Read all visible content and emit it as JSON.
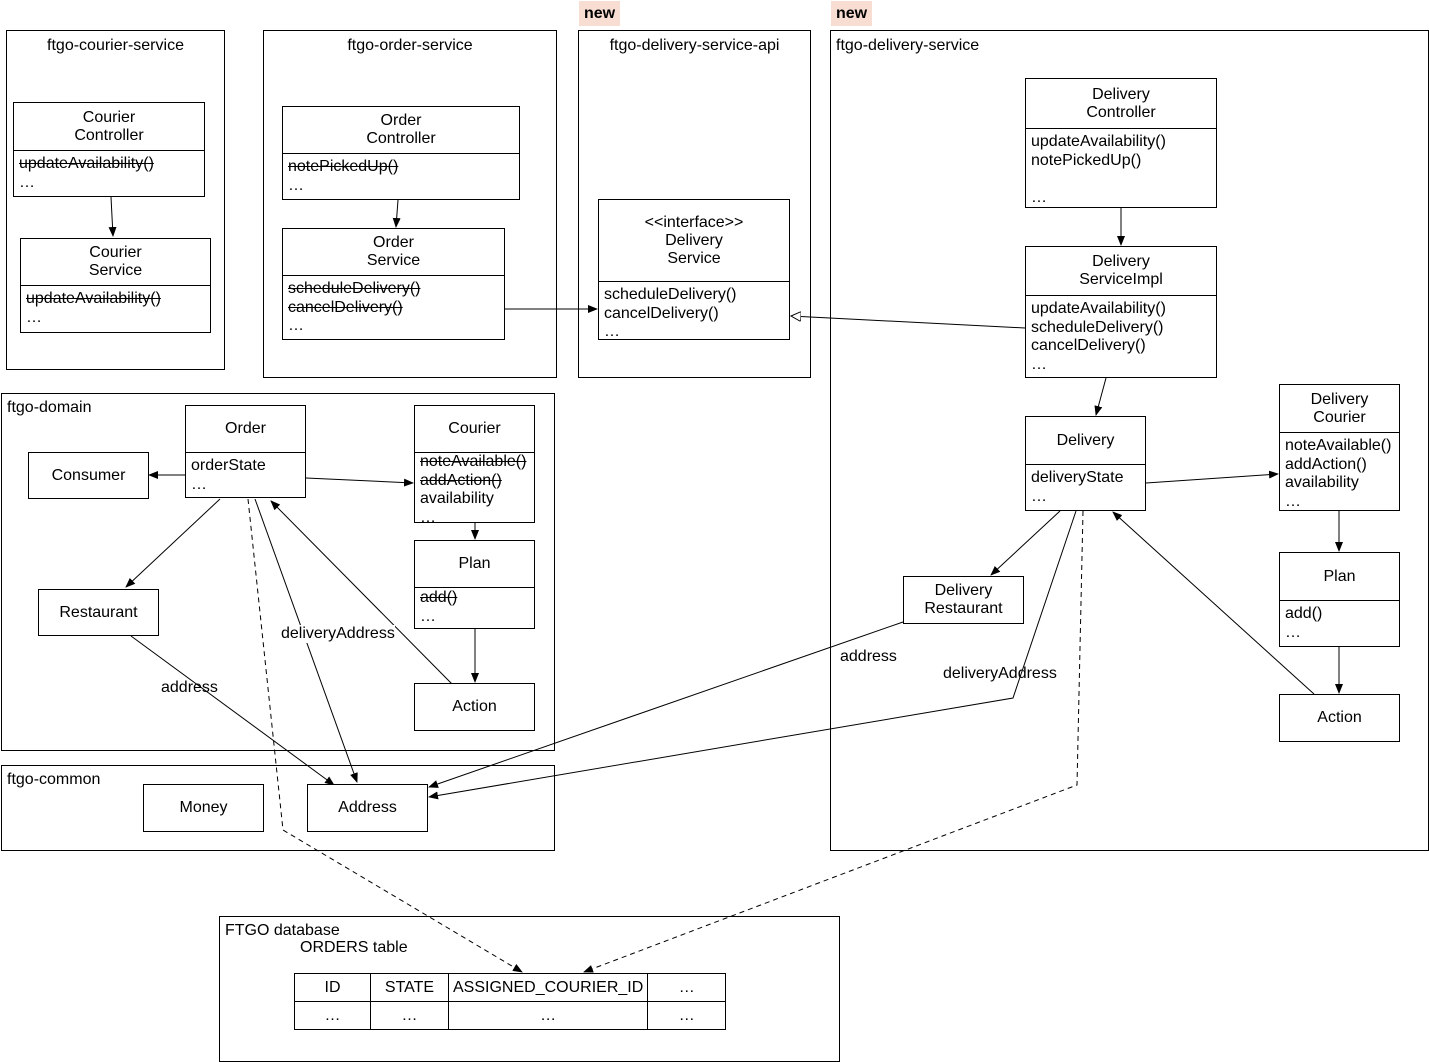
{
  "tags": {
    "new_api": "new",
    "new_service": "new"
  },
  "packages": {
    "courier_service": "ftgo-courier-service",
    "order_service": "ftgo-order-service",
    "delivery_api": "ftgo-delivery-service-api",
    "delivery_service": "ftgo-delivery-service",
    "domain": "ftgo-domain",
    "common": "ftgo-common",
    "database": "FTGO database"
  },
  "classes": {
    "courier_controller": {
      "name": [
        "Courier",
        "Controller"
      ],
      "members": [
        "updateAvailability()",
        "…"
      ]
    },
    "courier_service": {
      "name": [
        "Courier",
        "Service"
      ],
      "members": [
        "updateAvailability()",
        "…"
      ]
    },
    "order_controller": {
      "name": [
        "Order",
        "Controller"
      ],
      "members": [
        "notePickedUp()",
        "…"
      ]
    },
    "order_service": {
      "name": [
        "Order",
        "Service"
      ],
      "members": [
        "scheduleDelivery()",
        "cancelDelivery()",
        "…"
      ]
    },
    "delivery_service_iface": {
      "name": [
        "<<interface>>",
        "Delivery",
        "Service"
      ],
      "members": [
        "scheduleDelivery()",
        "cancelDelivery()",
        "…"
      ]
    },
    "delivery_controller": {
      "name": [
        "Delivery",
        "Controller"
      ],
      "members": [
        "updateAvailability()",
        "notePickedUp()",
        "",
        "…"
      ]
    },
    "delivery_service_impl": {
      "name": [
        "Delivery",
        "ServiceImpl"
      ],
      "members": [
        "updateAvailability()",
        "scheduleDelivery()",
        "cancelDelivery()",
        "…"
      ]
    },
    "delivery": {
      "name": [
        "Delivery"
      ],
      "members": [
        "deliveryState",
        "…"
      ]
    },
    "delivery_courier": {
      "name": [
        "Delivery",
        "Courier"
      ],
      "members": [
        "noteAvailable()",
        "addAction()",
        "availability",
        "…"
      ]
    },
    "delivery_plan": {
      "name": [
        "Plan"
      ],
      "members": [
        "add()",
        "…"
      ]
    },
    "delivery_action": {
      "name": [
        "Action"
      ]
    },
    "delivery_restaurant": {
      "name": [
        "Delivery",
        "Restaurant"
      ]
    },
    "order": {
      "name": [
        "Order"
      ],
      "members": [
        "orderState",
        "…"
      ]
    },
    "consumer": {
      "name": [
        "Consumer"
      ]
    },
    "restaurant": {
      "name": [
        "Restaurant"
      ]
    },
    "courier": {
      "name": [
        "Courier"
      ],
      "members": [
        "noteAvailable()",
        "addAction()",
        "availability",
        "…"
      ]
    },
    "plan": {
      "name": [
        "Plan"
      ],
      "members": [
        "add()",
        "…"
      ]
    },
    "action": {
      "name": [
        "Action"
      ]
    },
    "money": {
      "name": [
        "Money"
      ]
    },
    "address": {
      "name": [
        "Address"
      ]
    }
  },
  "edge_labels": {
    "domain_address": "address",
    "domain_delivery_address": "deliveryAddress",
    "delivery_address": "address",
    "delivery_delivery_address": "deliveryAddress"
  },
  "orders_table": {
    "title": "ORDERS table",
    "columns": [
      "ID",
      "STATE",
      "ASSIGNED_COURIER_ID",
      "…"
    ],
    "rows": [
      [
        "…",
        "…",
        "…",
        "…"
      ]
    ]
  }
}
